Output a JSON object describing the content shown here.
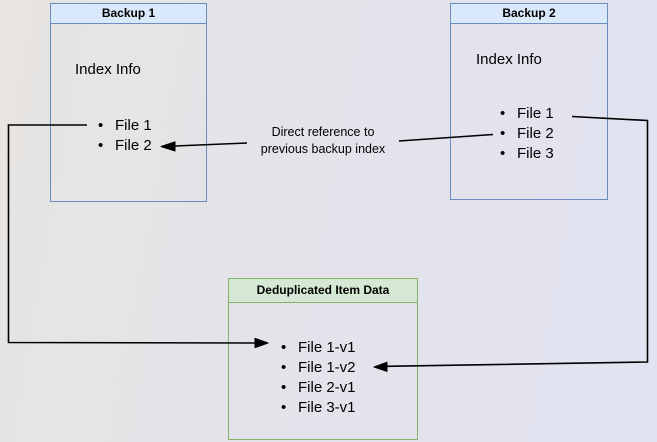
{
  "backup1": {
    "title": "Backup 1",
    "body_label": "Index Info",
    "items": [
      "File 1",
      "File 2"
    ]
  },
  "backup2": {
    "title": "Backup 2",
    "body_label": "Index Info",
    "items": [
      "File 1",
      "File 2",
      "File 3"
    ]
  },
  "dedup": {
    "title": "Deduplicated Item Data",
    "items": [
      "File 1-v1",
      "File 1-v2",
      "File 2-v1",
      "File 3-v1"
    ]
  },
  "annotation": {
    "line1": "Direct reference to",
    "line2": "previous backup index"
  },
  "colors": {
    "blue_fill": "#dae8fc",
    "blue_border": "#6c8ebf",
    "green_fill": "#d5e8d4",
    "green_border": "#82b366",
    "arrow": "#000000",
    "bg_left": "#e7e4e1",
    "bg_right": "#e2e3f2"
  }
}
